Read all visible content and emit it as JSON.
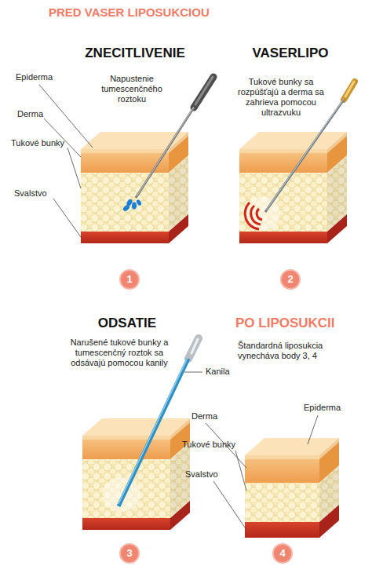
{
  "diagram": {
    "title": "PRED VASER LIPOSUKCIOU",
    "nodes": [
      {
        "text": [
          "1"
        ]
      },
      {
        "text": [
          "2"
        ]
      },
      {
        "text": [
          "3"
        ]
      },
      {
        "text": [
          "4"
        ]
      }
    ],
    "labels": [
      "ZNECITLIVENIE",
      "Napustenie tumescenčného roztoku",
      "Epiderma",
      "Derma",
      "Tukové bunky",
      "Svalstvo",
      "VASERLIPO",
      "Tukové bunky sa rozpúšťajú a derma sa zahrieva pomocou ultrazvuku",
      "ODSATIE",
      "Narušené tukové bunky a tumescenčný roztok sa odsávajú pomocou kanily",
      "Kanila",
      "PO LIPOSUKCII",
      "Štandardná liposukcia vynecháva body 3, 4",
      "Derma",
      "Epiderma",
      "Tukové bunky",
      "Svalstvo"
    ]
  }
}
